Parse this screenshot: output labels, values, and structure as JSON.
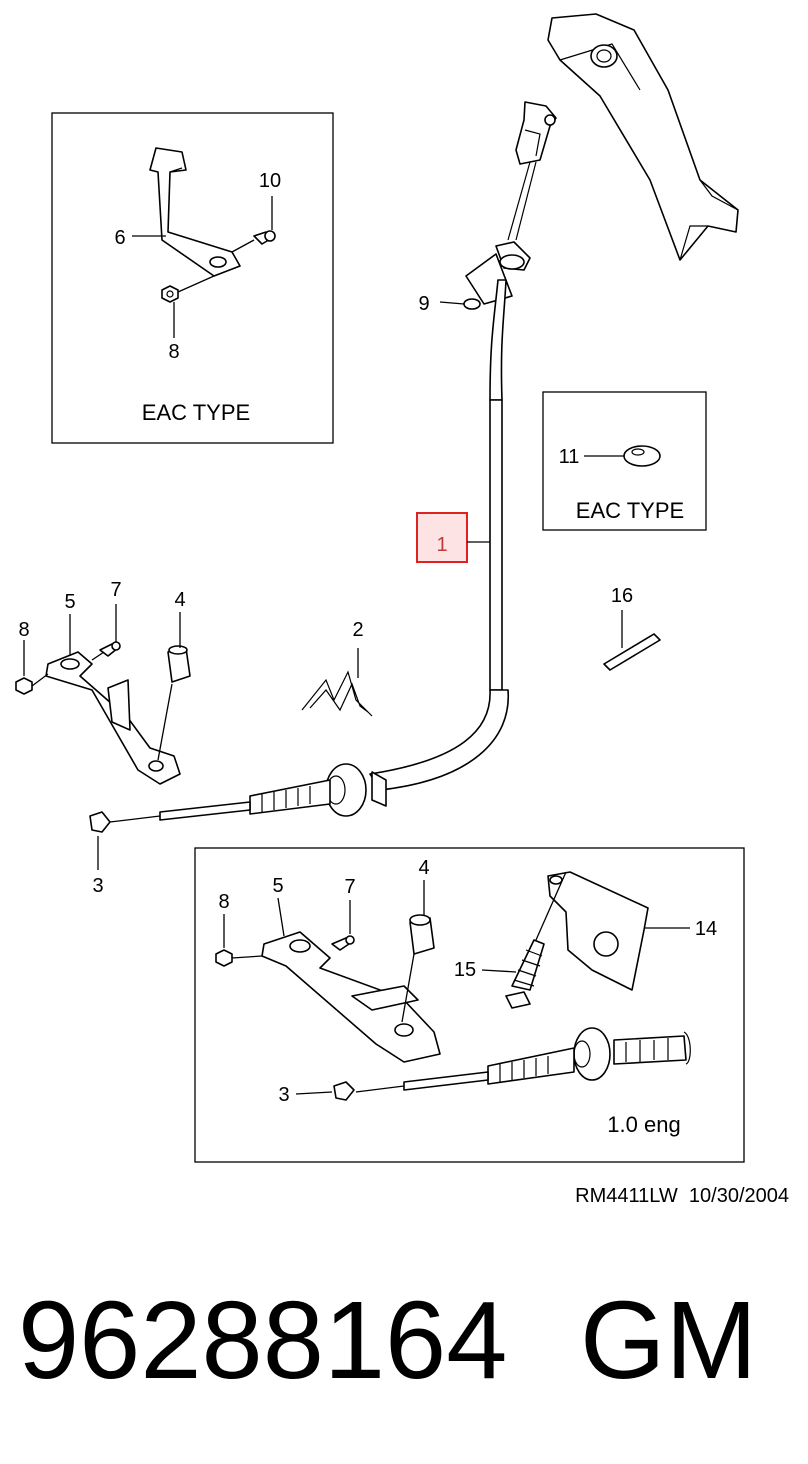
{
  "callouts": {
    "c1": "1",
    "c2": "2",
    "c3a": "3",
    "c3b": "3",
    "c4a": "4",
    "c4b": "4",
    "c5a": "5",
    "c5b": "5",
    "c6": "6",
    "c7a": "7",
    "c7b": "7",
    "c8a": "8",
    "c8b": "8",
    "c8c": "8",
    "c9": "9",
    "c10": "10",
    "c11": "11",
    "c14": "14",
    "c15": "15",
    "c16": "16"
  },
  "boxes": {
    "eac_left": "EAC TYPE",
    "eac_right": "EAC TYPE",
    "eng": "1.0 eng"
  },
  "reference": "RM4411LW  10/30/2004",
  "part_number": "96288164",
  "brand": "GM",
  "colors": {
    "highlight_border": "#d22222",
    "highlight_fill": "#fde3e3",
    "line": "#000000"
  }
}
